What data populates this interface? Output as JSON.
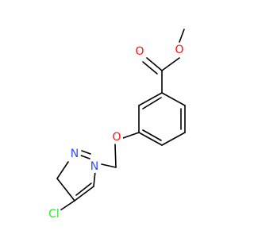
{
  "molecule": {
    "atoms": {
      "O_carbonyl": {
        "label": "O",
        "color": "#ff0d0d"
      },
      "O_ester": {
        "label": "O",
        "color": "#ff0d0d"
      },
      "O_ether": {
        "label": "O",
        "color": "#ff0d0d"
      },
      "N1": {
        "label": "N",
        "color": "#3050f8"
      },
      "N2": {
        "label": "N",
        "color": "#3050f8"
      },
      "Cl": {
        "label": "Cl",
        "color": "#1ff01f"
      }
    }
  }
}
